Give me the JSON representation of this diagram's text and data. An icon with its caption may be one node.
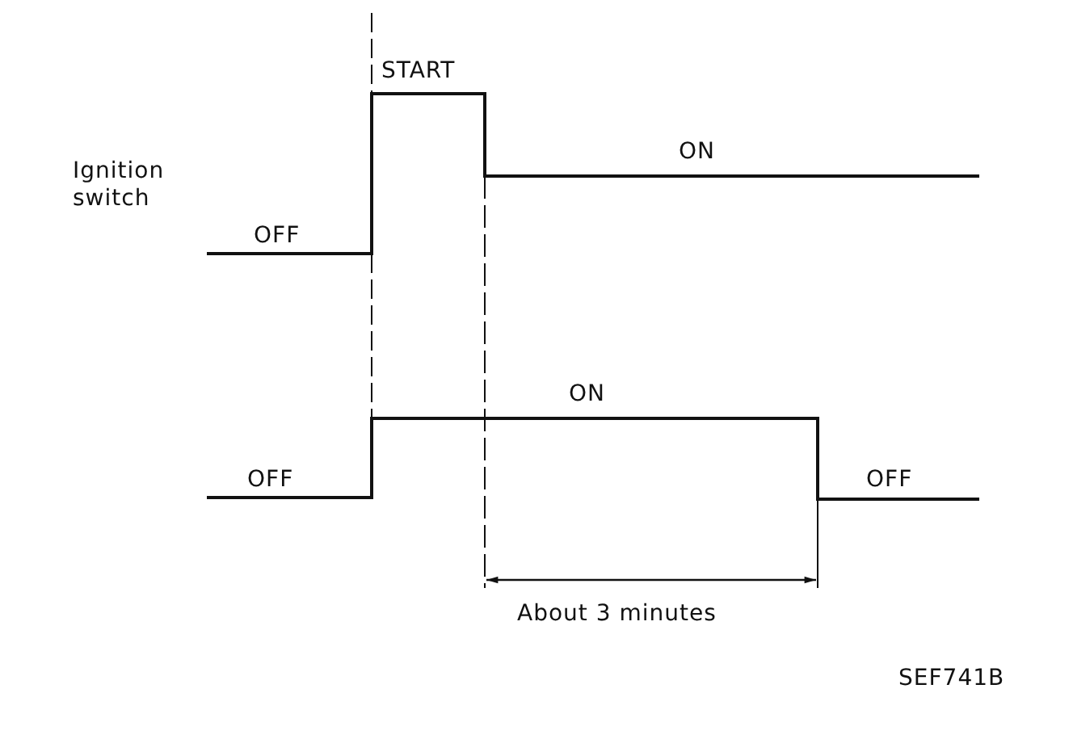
{
  "diagram": {
    "labels": [
      "START",
      "ON",
      "Ignition switch",
      "OFF",
      "ON",
      "OFF",
      "OFF",
      "About 3 minutes",
      "SEF741B"
    ]
  }
}
